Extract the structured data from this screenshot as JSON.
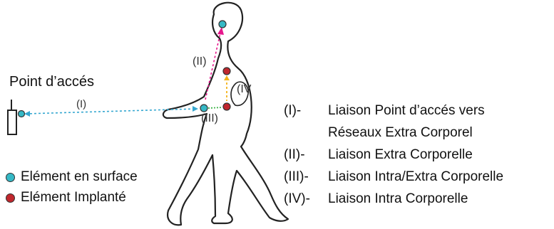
{
  "point_acces_label": "Point d’accés",
  "colors": {
    "surface": "#35b8c5",
    "implant": "#c0272d",
    "link_I": "#35a7d0",
    "link_II": "#e6168c",
    "link_III": "#3fb44a",
    "link_IV": "#f4b41a"
  },
  "link_labels": {
    "I": "(I)",
    "II": "(II)",
    "III": "(III)",
    "IV": "(IV"
  },
  "legend": {
    "surface": "Elément en surface",
    "implant": "Elément Implanté"
  },
  "descriptions": [
    {
      "code": "(I)-",
      "line1": "Liaison Point d’accés vers",
      "line2": "Réseaux Extra Corporel"
    },
    {
      "code": "(II)-",
      "line1": "Liaison Extra Corporelle"
    },
    {
      "code": "(III)-",
      "line1": "Liaison Intra/Extra Corporelle"
    },
    {
      "code": "(IV)-",
      "line1": "Liaison Intra Corporelle"
    }
  ]
}
